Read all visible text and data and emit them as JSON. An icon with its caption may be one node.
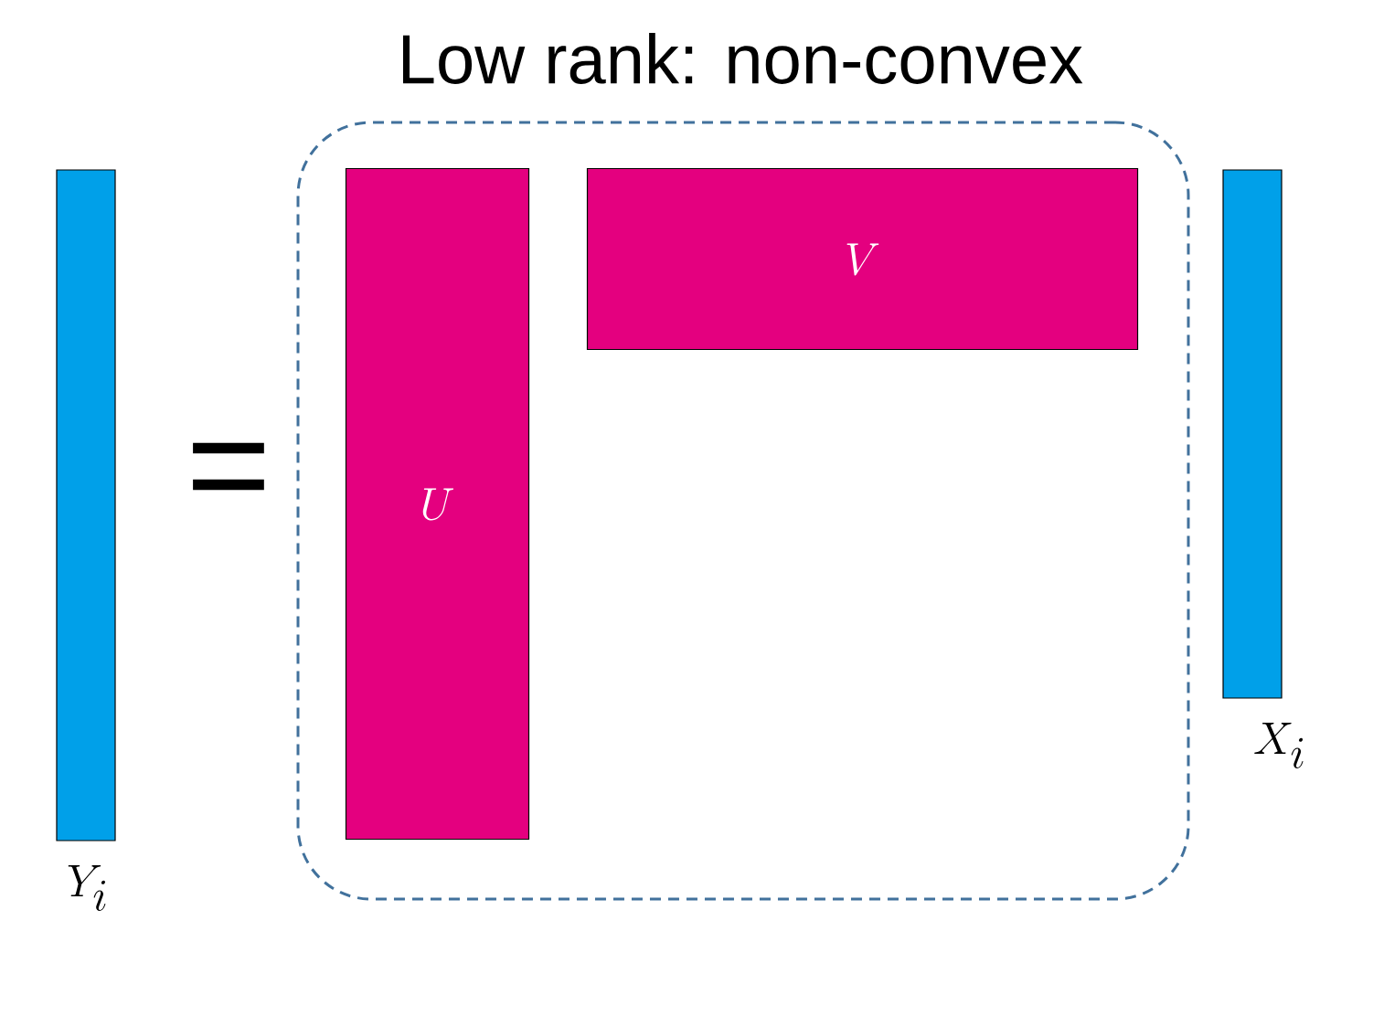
{
  "diagram": {
    "nodes": [
      {
        "text": [
          "Low rank: non-convex"
        ]
      },
      {
        "text": [],
        "shape": "bar",
        "beside": [
          "Y_i"
        ]
      },
      {
        "text": [
          "U"
        ],
        "in": 0
      },
      {
        "text": [
          "V"
        ],
        "in": 0
      },
      {
        "text": [],
        "shape": "bar",
        "beside": [
          "X_i"
        ]
      }
    ],
    "labels": [
      "="
    ]
  }
}
